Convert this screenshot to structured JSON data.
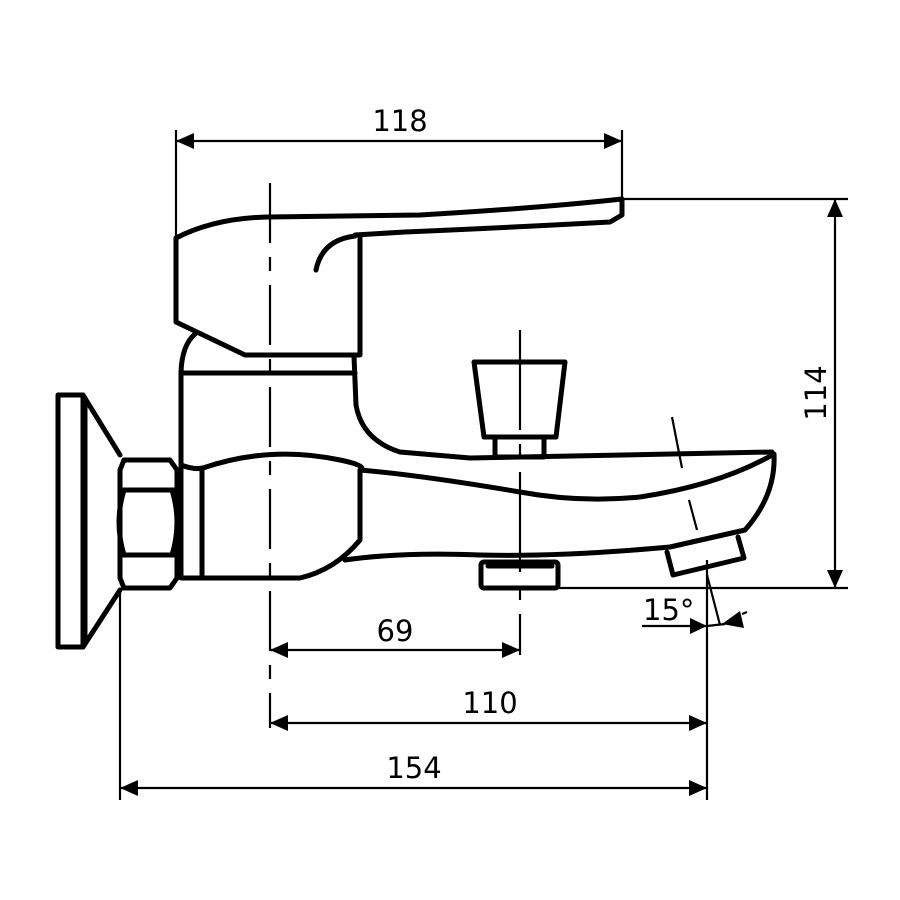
{
  "title": "Bath mixer - side view dimension drawing",
  "colors": {
    "line": "#000000",
    "background": "#ffffff"
  },
  "dimensions": {
    "handle_length": {
      "label": "118",
      "unit": "mm",
      "orientation": "horizontal"
    },
    "total_height": {
      "label": "114",
      "unit": "mm",
      "orientation": "vertical"
    },
    "axis_to_diverter": {
      "label": "69",
      "unit": "mm",
      "orientation": "horizontal"
    },
    "axis_to_spout_outlet": {
      "label": "110",
      "unit": "mm",
      "orientation": "horizontal"
    },
    "wall_to_spout_outlet": {
      "label": "154",
      "unit": "mm",
      "orientation": "horizontal"
    },
    "outlet_angle": {
      "label": "15°",
      "unit": "deg",
      "orientation": "angular"
    }
  },
  "components": [
    {
      "name": "wall-flange",
      "label": ""
    },
    {
      "name": "hex-nut",
      "label": ""
    },
    {
      "name": "mixer-body",
      "label": ""
    },
    {
      "name": "lever-handle",
      "label": ""
    },
    {
      "name": "diverter-knob",
      "label": ""
    },
    {
      "name": "spout",
      "label": ""
    },
    {
      "name": "shower-outlet",
      "label": ""
    },
    {
      "name": "aerator",
      "label": ""
    }
  ]
}
